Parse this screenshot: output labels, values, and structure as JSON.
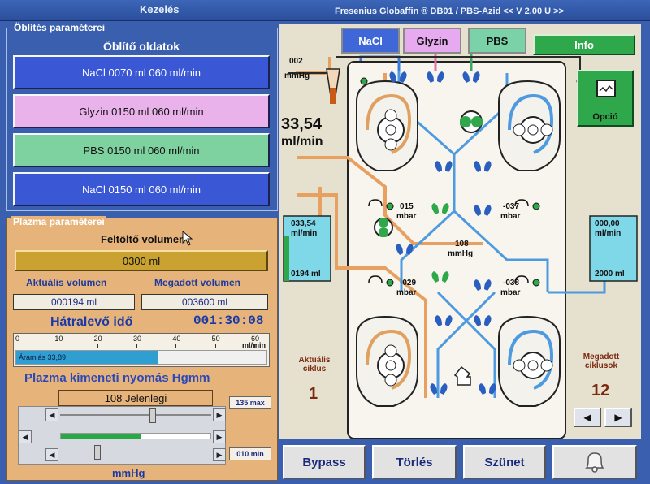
{
  "title_bar": {
    "left": "Kezelés",
    "right": "Fresenius Globaffin ® DB01 / PBS-Azid << V 2.00 U >>"
  },
  "rinse": {
    "legend": "Öblítés paraméterei",
    "subtitle": "Öblítő oldatok",
    "buttons": [
      {
        "label": "NaCl 0070 ml 060 ml/min",
        "color": "#3a57d6"
      },
      {
        "label": "Glyzin 0150 ml 060 ml/min",
        "color": "#eab2ea"
      },
      {
        "label": "PBS 0150 ml 060 ml/min",
        "color": "#7ed2a0"
      },
      {
        "label": "NaCl 0150 ml 060 ml/min",
        "color": "#3a57d6"
      }
    ]
  },
  "plasma": {
    "legend": "Plazma paraméterei",
    "fill_volume_label": "Feltöltő volumen",
    "fill_volume_value": "0300 ml",
    "actual_volume_label": "Aktuális volumen",
    "target_volume_label": "Megadott volumen",
    "actual_volume_value": "000194 ml",
    "target_volume_value": "003600 ml",
    "remaining_time_label": "Hátralevő idő",
    "remaining_time_value": "001:30:08",
    "scale_ticks": [
      "0",
      "10",
      "20",
      "30",
      "40",
      "50",
      "60"
    ],
    "scale_unit": "ml/min",
    "flow_label": "Áramlás 33,89",
    "flow_fraction": 0.565,
    "pressure_title": "Plazma kimeneti nyomás Hgmm",
    "pressure_current": "108 Jelenlegi",
    "pressure_max": "135 max",
    "pressure_min": "010 min",
    "pressure_unit": "mmHg"
  },
  "diagram": {
    "tabs": [
      {
        "label": "NaCl",
        "color": "#3f67d8"
      },
      {
        "label": "Glyzin",
        "color": "#e7aaf0"
      },
      {
        "label": "PBS",
        "color": "#7cd2a8"
      }
    ],
    "info_label": "Info",
    "option_label": "Opció",
    "top_pressure": "002",
    "top_pressure_unit": "mmHg",
    "flow_value": "33,54",
    "flow_unit": "ml/min",
    "left_tank_top": "033,54",
    "left_tank_top_unit": "ml/min",
    "left_tank_bottom": "0194 ml",
    "right_tank_top": "000,00",
    "right_tank_top_unit": "ml/min",
    "right_tank_bottom": "2000 ml",
    "p1": "015",
    "p2": "-037",
    "p3": "-029",
    "p4": "-038",
    "p_unit": "mbar",
    "center_pressure": "108",
    "center_unit": "mmHg",
    "actual_cycle_label": "Aktuális ciklus",
    "actual_cycle_value": "1",
    "target_cycle_label": "Megadott ciklusok",
    "target_cycle_value": "12"
  },
  "bottom_buttons": [
    "Bypass",
    "Törlés",
    "Szünet"
  ]
}
